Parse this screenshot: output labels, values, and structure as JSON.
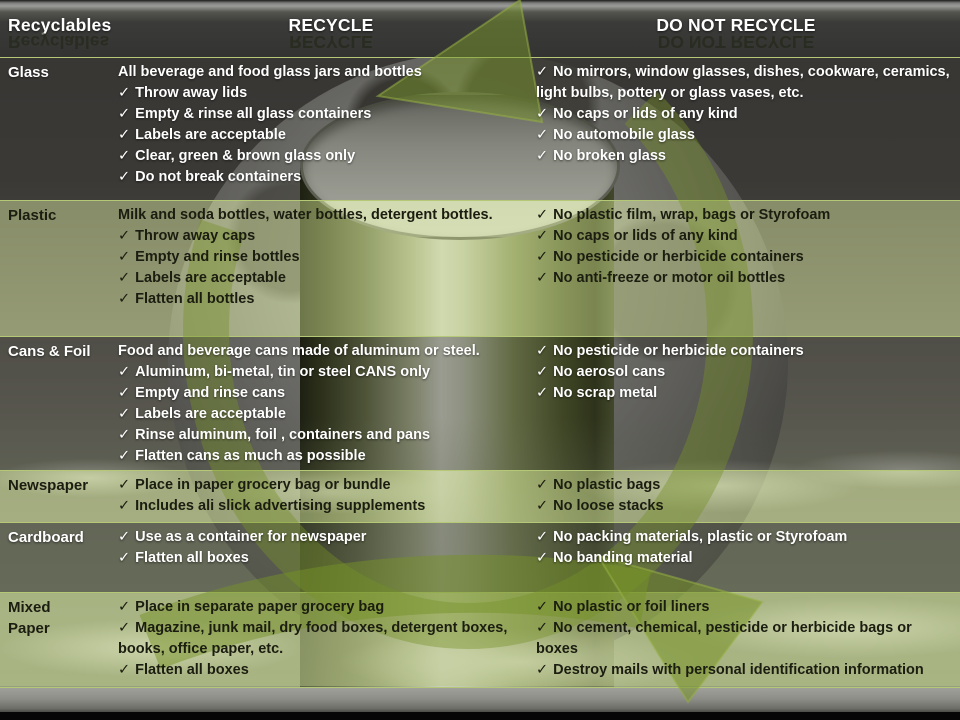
{
  "header": {
    "col1": "Recyclables",
    "col2": "RECYCLE",
    "col3": "DO NOT RECYCLE"
  },
  "icons": {
    "check": "✓"
  },
  "colors": {
    "separator_green": "#b4c878",
    "arrow_green": "#76922a",
    "light_row_tint": "#bac884",
    "dark_text": "#1b1d10",
    "light_text": "#ffffff"
  },
  "table": {
    "rows": [
      {
        "label": "Glass",
        "tone": "dark",
        "recycle": [
          {
            "check": false,
            "text": "All beverage and food glass jars and bottles"
          },
          {
            "check": true,
            "text": "Throw away lids"
          },
          {
            "check": true,
            "text": "Empty & rinse all glass containers"
          },
          {
            "check": true,
            "text": "Labels are acceptable"
          },
          {
            "check": true,
            "text": "Clear, green & brown glass only"
          },
          {
            "check": true,
            "text": "Do not break containers"
          }
        ],
        "do_not": [
          {
            "check": true,
            "text": "No mirrors, window glasses, dishes, cookware, ceramics, light bulbs, pottery or glass vases, etc."
          },
          {
            "check": true,
            "text": "No caps or lids of any kind"
          },
          {
            "check": true,
            "text": "No automobile glass"
          },
          {
            "check": true,
            "text": "No broken glass"
          }
        ]
      },
      {
        "label": "Plastic",
        "tone": "light",
        "recycle": [
          {
            "check": false,
            "text": "Milk and soda bottles, water bottles, detergent bottles."
          },
          {
            "check": true,
            "text": "Throw away caps"
          },
          {
            "check": true,
            "text": "Empty and rinse bottles"
          },
          {
            "check": true,
            "text": "Labels are acceptable"
          },
          {
            "check": true,
            "text": "Flatten all bottles"
          }
        ],
        "do_not": [
          {
            "check": true,
            "text": "No plastic film, wrap, bags or Styrofoam"
          },
          {
            "check": true,
            "text": "No caps or lids of any kind"
          },
          {
            "check": true,
            "text": "No pesticide or herbicide containers"
          },
          {
            "check": true,
            "text": "No anti-freeze or motor oil bottles"
          }
        ]
      },
      {
        "label": "Cans & Foil",
        "tone": "dark",
        "recycle": [
          {
            "check": false,
            "text": "Food and beverage cans made of aluminum or steel."
          },
          {
            "check": true,
            "text": "Aluminum, bi-metal, tin or steel CANS only"
          },
          {
            "check": true,
            "text": "Empty and rinse cans"
          },
          {
            "check": true,
            "text": "Labels are acceptable"
          },
          {
            "check": true,
            "text": "Rinse aluminum, foil , containers and pans"
          },
          {
            "check": true,
            "text": "Flatten cans as much as possible"
          }
        ],
        "do_not": [
          {
            "check": true,
            "text": "No pesticide or herbicide containers"
          },
          {
            "check": true,
            "text": "No aerosol cans"
          },
          {
            "check": true,
            "text": "No scrap metal"
          }
        ]
      },
      {
        "label": "Newspaper",
        "tone": "light",
        "recycle": [
          {
            "check": true,
            "text": "Place in paper grocery bag or bundle"
          },
          {
            "check": true,
            "text": "Includes ali slick advertising supplements"
          }
        ],
        "do_not": [
          {
            "check": true,
            "text": "No plastic bags"
          },
          {
            "check": true,
            "text": "No loose stacks"
          }
        ]
      },
      {
        "label": "Cardboard",
        "tone": "dark",
        "recycle": [
          {
            "check": true,
            "text": "Use as a container for newspaper"
          },
          {
            "check": true,
            "text": "Flatten all boxes"
          }
        ],
        "do_not": [
          {
            "check": true,
            "text": "No packing materials, plastic or Styrofoam"
          },
          {
            "check": true,
            "text": "No banding material"
          }
        ]
      },
      {
        "label": "Mixed\nPaper",
        "tone": "light",
        "recycle": [
          {
            "check": true,
            "text": "Place in separate paper grocery bag"
          },
          {
            "check": true,
            "text": "Magazine, junk mail, dry food boxes, detergent boxes, books, office paper, etc."
          },
          {
            "check": true,
            "text": "Flatten all boxes"
          }
        ],
        "do_not": [
          {
            "check": true,
            "text": "No plastic or foil liners"
          },
          {
            "check": true,
            "text": "No cement, chemical, pesticide or herbicide bags or boxes"
          },
          {
            "check": true,
            "text": "Destroy mails with personal identification information"
          }
        ]
      }
    ]
  }
}
